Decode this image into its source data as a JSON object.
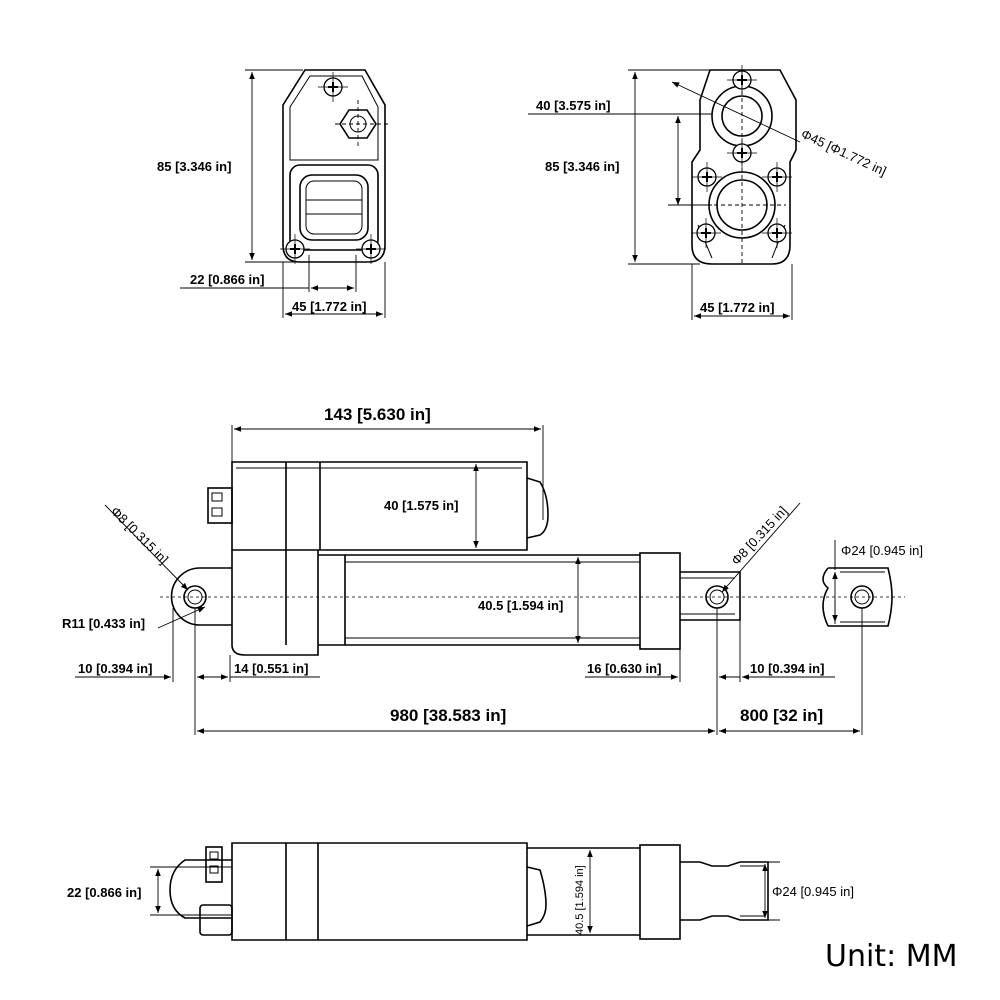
{
  "top_left_view": {
    "height_label": "85 [3.346 in]",
    "inner_width_label": "22 [0.866 in]",
    "width_label": "45 [1.772 in]"
  },
  "top_right_view": {
    "offset_label": "40 [3.575 in]",
    "height_label": "85 [3.346 in]",
    "diameter_label": "Φ45 [Φ1.772 in]",
    "width_label": "45 [1.772 in]"
  },
  "side_view": {
    "motor_length_label": "143 [5.630 in]",
    "motor_height_label": "40 [1.575 in]",
    "rear_hole_label": "Φ8 [0.315 in]",
    "radius_label": "R11 [0.433 in]",
    "tube_height_label": "40.5 [1.594 in]",
    "front_hole_label": "Φ8 [0.315 in]",
    "rod_diameter_label": "Φ24 [0.945 in]",
    "rear_offset_label": "10 [0.394 in]",
    "rear_clevis_label": "14 [0.551 in]",
    "front_clevis_label": "16 [0.630 in]",
    "front_offset_label": "10 [0.394 in]",
    "retracted_length_label": "980 [38.583 in]",
    "stroke_label": "800 [32 in]"
  },
  "bottom_view": {
    "width_label": "22 [0.866 in]",
    "tube_label": "40.5 [1.594 in]",
    "rod_label": "Φ24 [0.945 in]"
  },
  "unit_label": "Unit:  MM"
}
